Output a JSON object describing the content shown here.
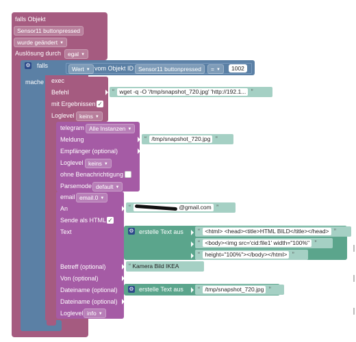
{
  "trigger": {
    "title": "falls Objekt",
    "object_id": "Sensor11 buttonpressed",
    "condition": "wurde geändert",
    "trigger_label": "Auslösung durch",
    "trigger_value": "egal"
  },
  "if_block": {
    "label": "falls",
    "value_dropdown": "Wert",
    "of_object_label": "vom Objekt ID",
    "object_id": "Sensor11 buttonpressed",
    "operator": "=",
    "compare_value": "1002",
    "do_label": "mache"
  },
  "exec": {
    "title": "exec",
    "command_label": "Befehl",
    "command_value": "wget -q -O '/tmp/snapshot_720.jpg' 'http://192.1...",
    "with_results_label": "mit Ergebnissen",
    "with_results_checked": "✓",
    "loglevel_label": "Loglevel",
    "loglevel_value": "keins"
  },
  "telegram": {
    "title": "telegram",
    "instances": "Alle Instanzen",
    "message_label": "Meldung",
    "message_value": "/tmp/snapshot_720.jpg",
    "recipient_label": "Empfänger (optional)",
    "loglevel_label": "Loglevel",
    "loglevel_value": "keins",
    "silent_label": "ohne Benachrichtigung",
    "parsemode_label": "Parsemode",
    "parsemode_value": "default"
  },
  "email": {
    "title": "email",
    "instance": "email.0",
    "to_label": "An",
    "to_value": "@gmail.com",
    "html_label": "Sende als HTML",
    "html_checked": "✓",
    "text_label": "Text",
    "create_text_label": "erstelle Text aus",
    "text_parts": [
      "<html> <head><title>HTML BILD</title></head>",
      "<body><img src='cid:file1' width=\"100%\"",
      "height=\"100%\"></body></html>"
    ],
    "subject_label": "Betreff (optional)",
    "subject_value": "Kamera Bild IKEA",
    "from_label": "Von (optional)",
    "filename_label": "Dateiname (optional)",
    "filename_create_label": "erstelle Text aus",
    "filename_value": "/tmp/snapshot_720.jpg",
    "filename2_label": "Dateiname (optional)",
    "loglevel_label": "Loglevel",
    "loglevel_value": "info"
  },
  "quote_open": "“",
  "quote_close": "”",
  "colors": {
    "trigger": "#a55b80",
    "if_block": "#5b80a5",
    "telegram": "#a55ba5",
    "string": "#a5d0c4",
    "text_join": "#5ba58c"
  }
}
